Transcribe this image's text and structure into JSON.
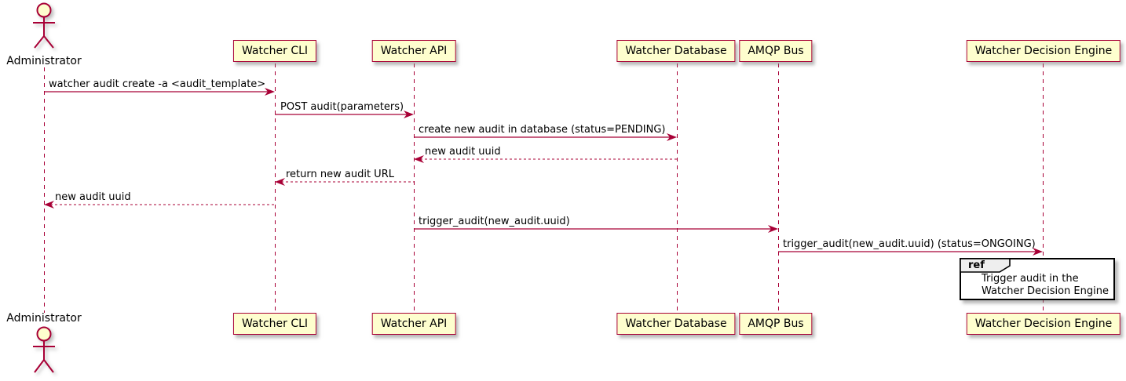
{
  "diagram": {
    "type": "sequence-diagram",
    "actor": {
      "label": "Administrator",
      "kind": "actor"
    },
    "participants": [
      {
        "label": "Watcher CLI"
      },
      {
        "label": "Watcher API"
      },
      {
        "label": "Watcher Database"
      },
      {
        "label": "AMQP Bus"
      },
      {
        "label": "Watcher Decision Engine"
      }
    ],
    "messages": [
      {
        "from": "Administrator",
        "to": "Watcher CLI",
        "style": "solid",
        "text": "watcher audit create -a <audit_template>"
      },
      {
        "from": "Watcher CLI",
        "to": "Watcher API",
        "style": "solid",
        "text": "POST audit(parameters)"
      },
      {
        "from": "Watcher API",
        "to": "Watcher Database",
        "style": "solid",
        "text": "create new audit in database (status=PENDING)"
      },
      {
        "from": "Watcher Database",
        "to": "Watcher API",
        "style": "dashed",
        "text": "new audit uuid"
      },
      {
        "from": "Watcher API",
        "to": "Watcher CLI",
        "style": "dashed",
        "text": "return new audit URL"
      },
      {
        "from": "Watcher CLI",
        "to": "Administrator",
        "style": "dashed",
        "text": "new audit uuid"
      },
      {
        "from": "Watcher API",
        "to": "AMQP Bus",
        "style": "solid",
        "text": "trigger_audit(new_audit.uuid)"
      },
      {
        "from": "AMQP Bus",
        "to": "Watcher Decision Engine",
        "style": "solid",
        "text": "trigger_audit(new_audit.uuid) (status=ONGOING)"
      }
    ],
    "ref": {
      "keyword": "ref",
      "over": "Watcher Decision Engine",
      "lines": [
        "Trigger audit in the",
        "Watcher Decision Engine"
      ]
    },
    "colors": {
      "participant_fill": "#FEFECE",
      "stroke": "#A80036",
      "ref_border": "#000000",
      "ref_header_fill": "#EEEEEE",
      "background": "#FFFFFF"
    }
  }
}
